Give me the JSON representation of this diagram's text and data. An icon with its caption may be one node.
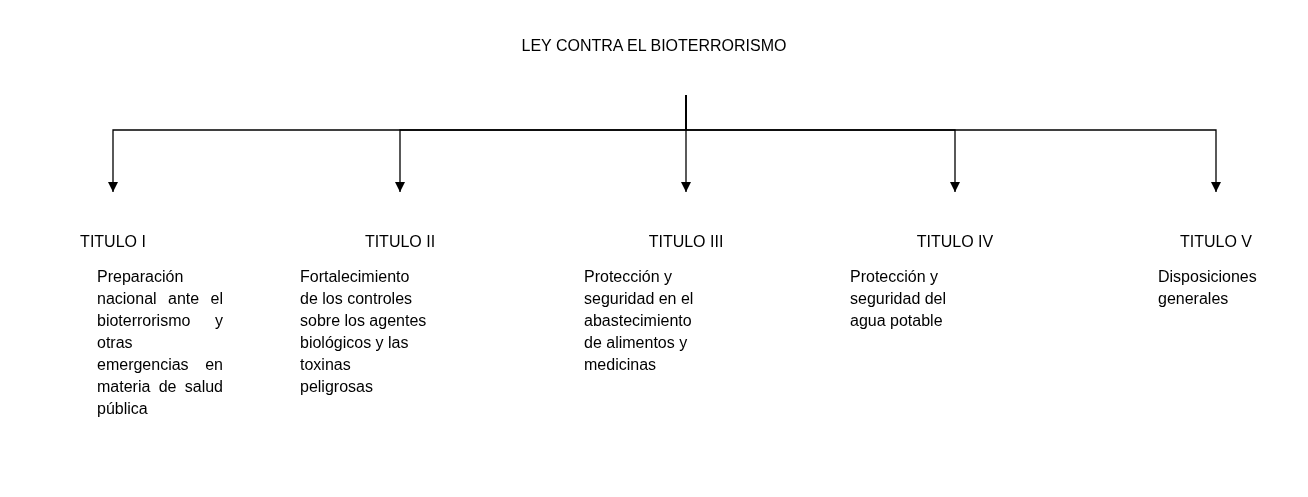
{
  "diagram": {
    "nodes": [
      {
        "text": [
          "LEY CONTRA EL BIOTERRORISMO"
        ]
      },
      {
        "text": [
          "TITULO I",
          "Preparación nacional ante el bioterrorismo y otras emergencias en materia de salud pública"
        ]
      },
      {
        "text": [
          "TITULO II",
          "Fortalecimiento de los controles sobre los agentes biológicos y las toxinas peligrosas"
        ]
      },
      {
        "text": [
          "TITULO III",
          "Protección y seguridad en el abastecimiento de alimentos y medicinas"
        ]
      },
      {
        "text": [
          "TITULO IV",
          "Protección y seguridad del agua potable"
        ]
      },
      {
        "text": [
          "TITULO V",
          "Disposiciones generales"
        ]
      }
    ],
    "edges": [
      {
        "from": 0,
        "to": 1,
        "arrow": "to"
      },
      {
        "from": 0,
        "to": 2,
        "arrow": "to"
      },
      {
        "from": 0,
        "to": 3,
        "arrow": "to"
      },
      {
        "from": 0,
        "to": 4,
        "arrow": "to"
      },
      {
        "from": 0,
        "to": 5,
        "arrow": "to"
      }
    ]
  }
}
